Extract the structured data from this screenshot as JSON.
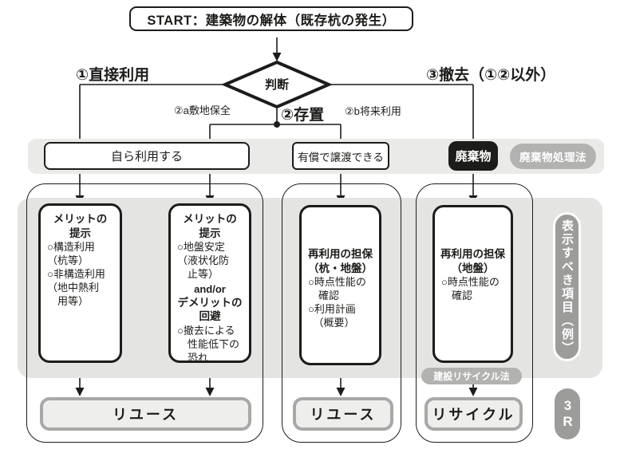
{
  "start": {
    "label": "START：建築物の解体（既存杭の発生）"
  },
  "decision": {
    "label": "判断"
  },
  "branches": {
    "direct_use": "①直接利用",
    "leave_in_place": "②存置",
    "site_preservation": "②a敷地保全",
    "future_use": "②b将来利用",
    "removal": "③撤去（①②以外）"
  },
  "band": {
    "self_use": "自ら利用する",
    "transfer_for_value": "有償で譲渡できる",
    "waste": "廃棄物",
    "waste_law": "廃棄物処理法"
  },
  "cards": [
    {
      "heading": "メリットの\n提示",
      "body": "○構造利用\n（杭等）\n○非構造利用\n（地中熱利\n　用等）"
    },
    {
      "heading": "メリットの\n提示",
      "body": "○地盤安定\n（液状化防\n　止等）",
      "mid": "and/or",
      "heading2": "デメリットの\n回避",
      "body2": "○撤去による\n　性能低下の\n　恐れ"
    },
    {
      "heading": "再利用の担保\n（杭・地盤）",
      "body": "○時点性能の\n　確認\n○利用計画\n　（概要）"
    },
    {
      "heading": "再利用の担保\n（地盤）",
      "body": "○時点性能の\n　確認"
    }
  ],
  "results": {
    "reuse_left": "リユース",
    "reuse_mid": "リユース",
    "recycle": "リサイクル"
  },
  "side": {
    "display_items": "表示すべき項目（例）",
    "recycle_law": "建設リサイクル法",
    "three_r": "3R"
  },
  "colors": {
    "line_black": "#1c1c1a",
    "band_gray": "#eaeae9",
    "panel_gray": "#e4e4e3",
    "pill_gray": "#b2b2b1",
    "dark_pill_gray": "#9c9c9b",
    "result_border": "#a8a8a7",
    "result_fill": "#eeeeed"
  }
}
